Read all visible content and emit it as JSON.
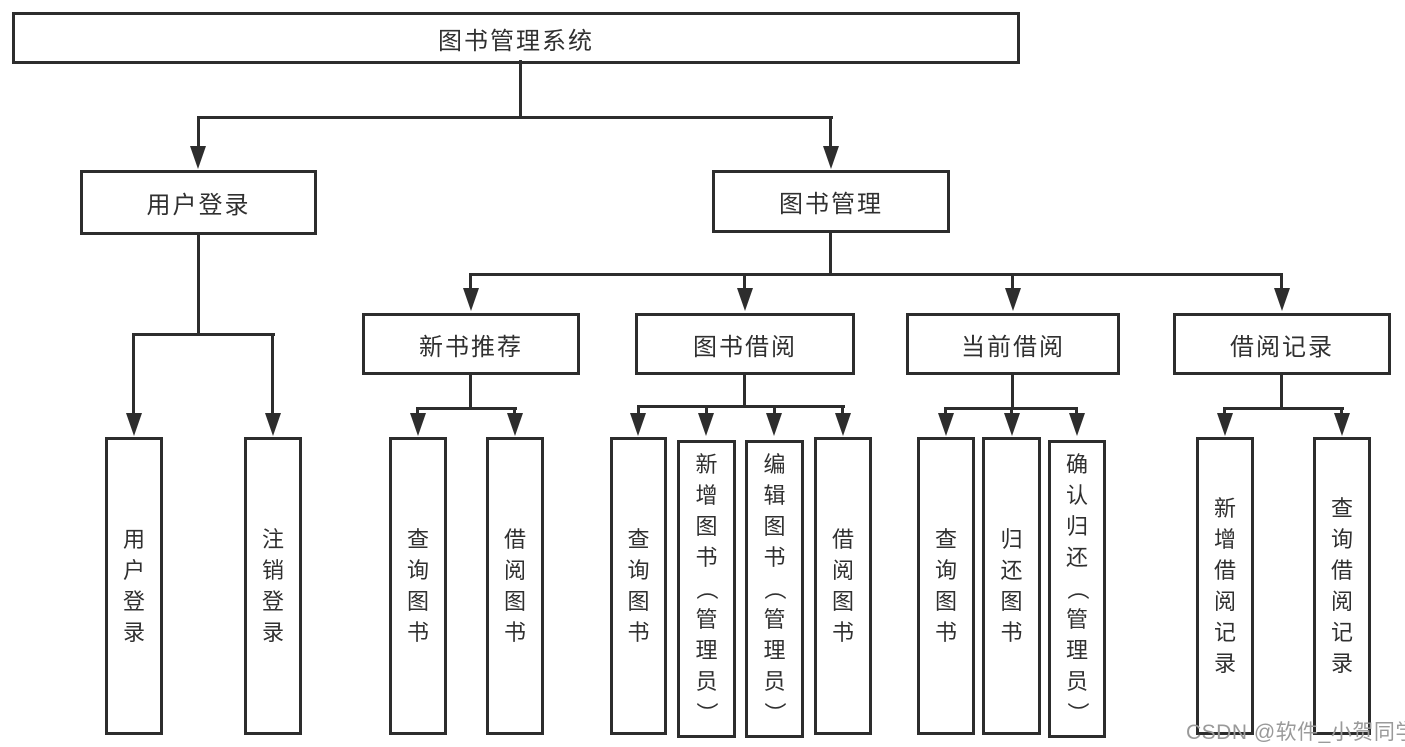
{
  "diagram": {
    "root": {
      "label": "图书管理系统"
    },
    "level2": {
      "user_login": {
        "label": "用户登录"
      },
      "book_mgmt": {
        "label": "图书管理"
      }
    },
    "level3": {
      "new_book_rec": {
        "label": "新书推荐"
      },
      "book_borrow": {
        "label": "图书借阅"
      },
      "current_borrow": {
        "label": "当前借阅"
      },
      "borrow_records": {
        "label": "借阅记录"
      }
    },
    "leaves": {
      "login": {
        "label": "用户登录"
      },
      "logout": {
        "label": "注销登录"
      },
      "rec_query_books": {
        "label": "查询图书"
      },
      "rec_borrow_books": {
        "label": "借阅图书"
      },
      "borrow_query_books": {
        "label": "查询图书"
      },
      "borrow_add_books": {
        "label": "新增图书（管理员）"
      },
      "borrow_edit_books": {
        "label": "编辑图书（管理员）"
      },
      "borrow_borrow_books": {
        "label": "借阅图书"
      },
      "current_query_books": {
        "label": "查询图书"
      },
      "current_return_books": {
        "label": "归还图书"
      },
      "current_confirm_return": {
        "label": "确认归还（管理员）"
      },
      "records_add_record": {
        "label": "新增借阅记录"
      },
      "records_query_record": {
        "label": "查询借阅记录"
      }
    },
    "watermark": "CSDN @软件_小贺同学",
    "colors": {
      "line": "#2d2d2d",
      "text": "#303030",
      "watermark": "#9a9a9a",
      "background": "#ffffff"
    }
  }
}
